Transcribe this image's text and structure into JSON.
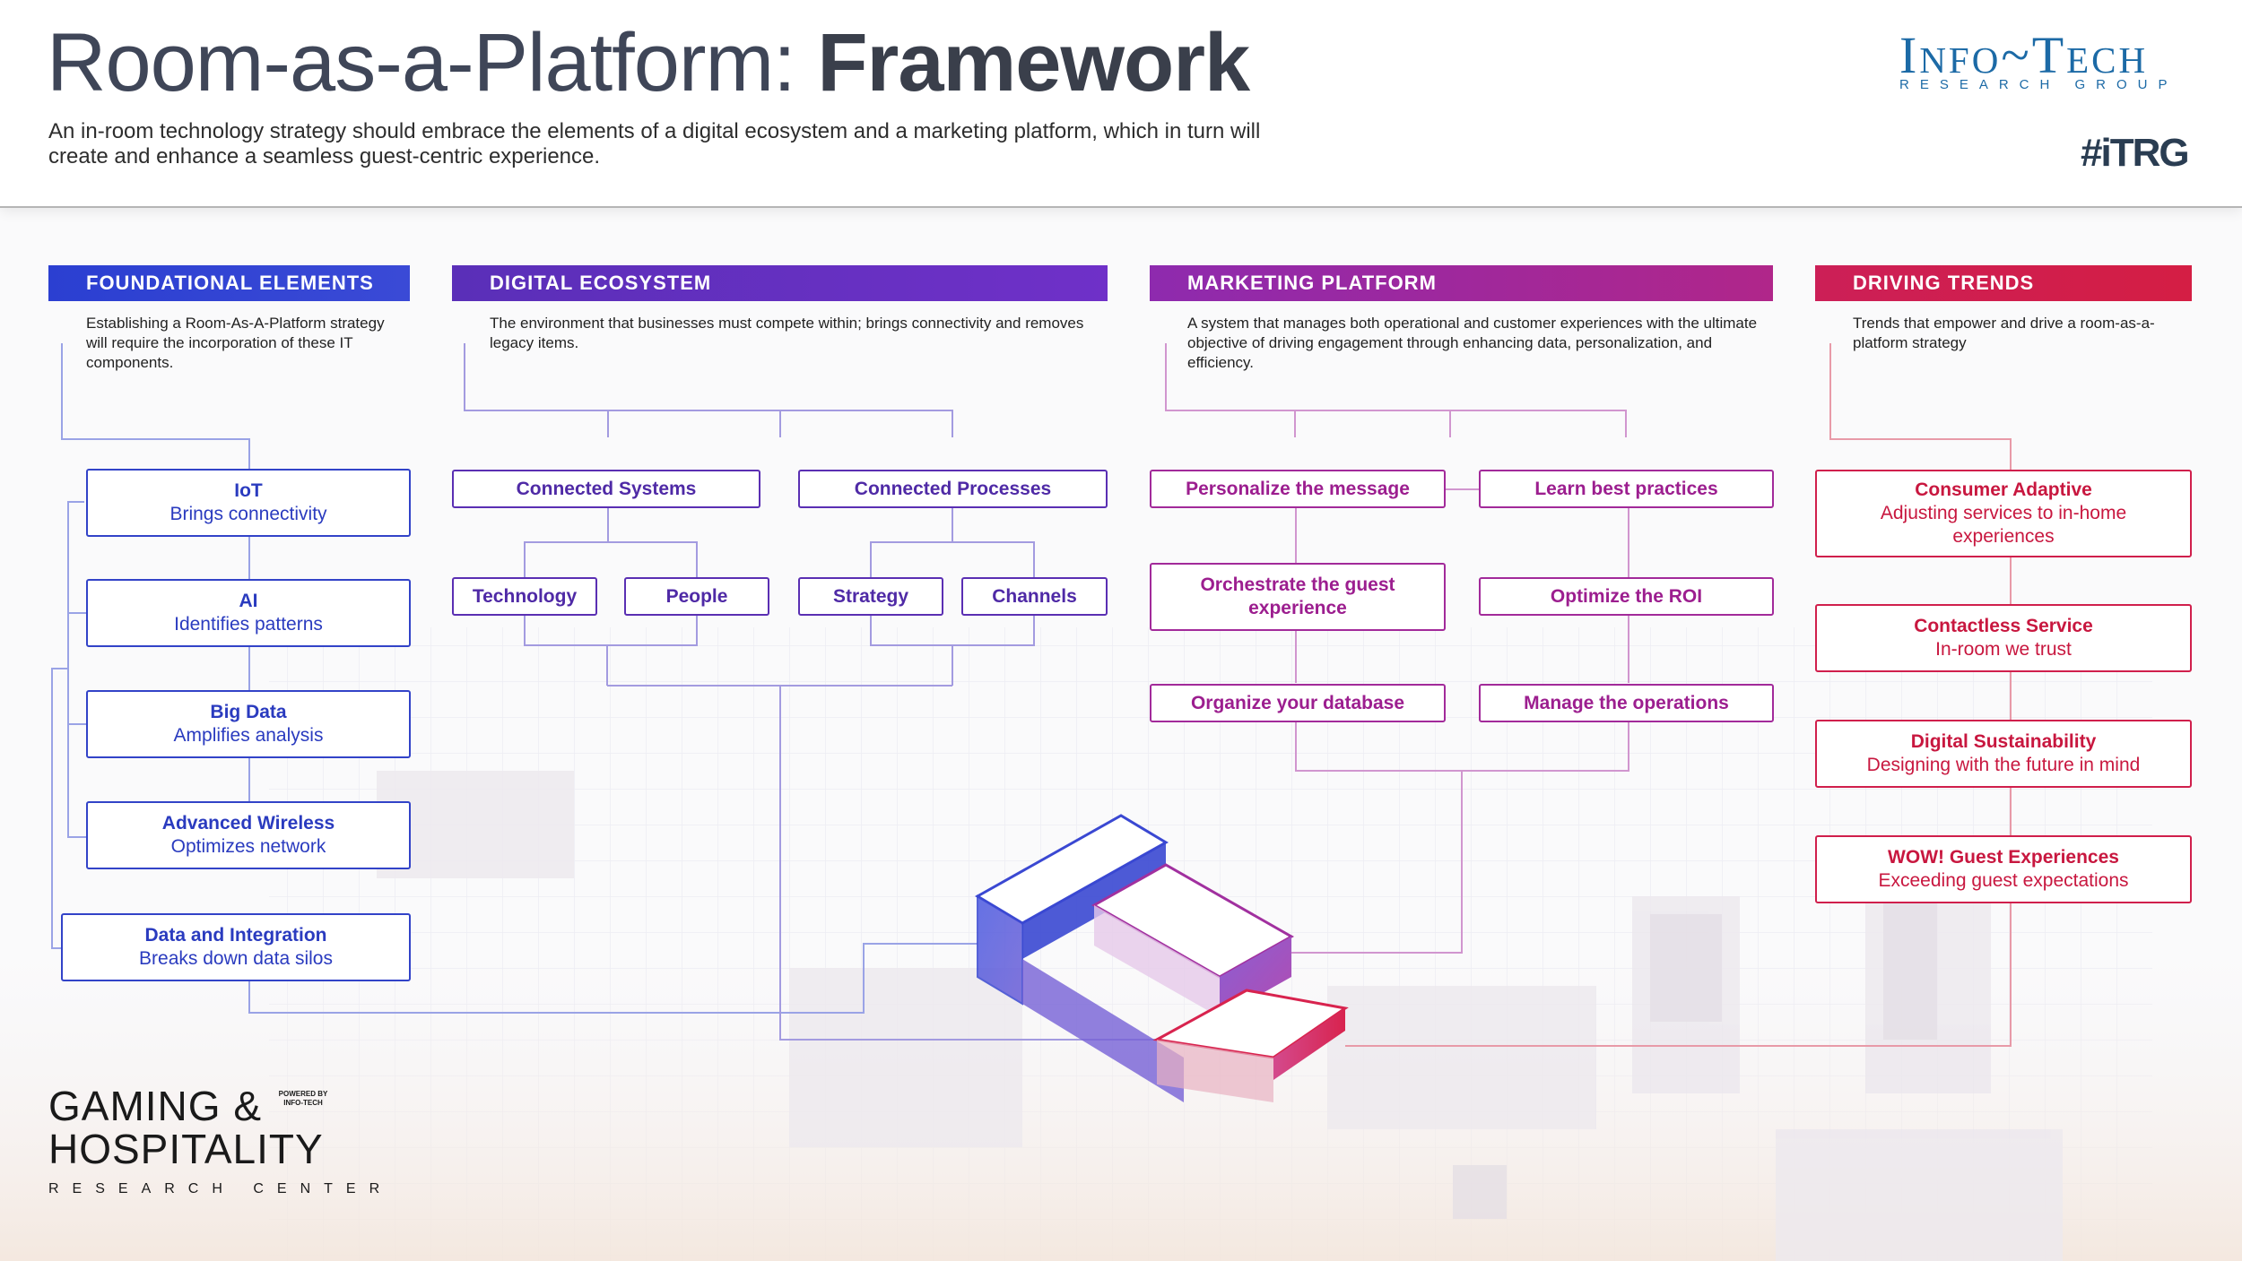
{
  "header": {
    "title_light": "Room-as-a-Platform:",
    "title_bold": "Framework",
    "subtitle": "An in-room technology strategy should embrace the elements of a digital ecosystem and a marketing platform, which in turn will create and enhance a seamless guest-centric experience.",
    "logo_main": "Info~Tech",
    "logo_sub": "RESEARCH GROUP",
    "logo_hash": "#iTRG"
  },
  "sections": {
    "foundational": {
      "title": "FOUNDATIONAL ELEMENTS",
      "desc": "Establishing a Room-As-A-Platform strategy will require the incorporation of these IT components.",
      "items": [
        {
          "title": "IoT",
          "sub": "Brings connectivity"
        },
        {
          "title": "AI",
          "sub": "Identifies patterns"
        },
        {
          "title": "Big Data",
          "sub": "Amplifies analysis"
        },
        {
          "title": "Advanced Wireless",
          "sub": "Optimizes network"
        },
        {
          "title": "Data and Integration",
          "sub": "Breaks down data silos"
        }
      ]
    },
    "digital": {
      "title": "DIGITAL ECOSYSTEM",
      "desc": "The environment that businesses must compete within; brings connectivity and removes legacy items.",
      "items": [
        "Connected Systems",
        "Connected Processes",
        "Technology",
        "People",
        "Strategy",
        "Channels"
      ]
    },
    "marketing": {
      "title": "MARKETING PLATFORM",
      "desc": "A system that manages both operational and customer experiences with the ultimate objective of driving engagement through enhancing data, personalization, and efficiency.",
      "items": [
        "Personalize the message",
        "Learn best practices",
        "Orchestrate the guest experience",
        "Optimize the ROI",
        "Organize your database",
        "Manage the operations"
      ]
    },
    "trends": {
      "title": "DRIVING TRENDS",
      "desc": "Trends that empower and drive a room-as-a-platform strategy",
      "items": [
        {
          "title": "Consumer Adaptive",
          "sub": "Adjusting services to in-home experiences"
        },
        {
          "title": "Contactless Service",
          "sub": "In-room we trust"
        },
        {
          "title": "Digital Sustainability",
          "sub": "Designing with the future in mind"
        },
        {
          "title": "WOW! Guest Experiences",
          "sub": "Exceeding guest expectations"
        }
      ]
    }
  },
  "footer": {
    "line1": "GAMING &",
    "line2": "HOSPITALITY",
    "powered": "POWERED BY INFO-TECH",
    "sub": "RESEARCH CENTER"
  },
  "colors": {
    "blue": "#3243c8",
    "purple": "#5a2fb3",
    "magenta": "#a22a9a",
    "red": "#d01f4c"
  }
}
